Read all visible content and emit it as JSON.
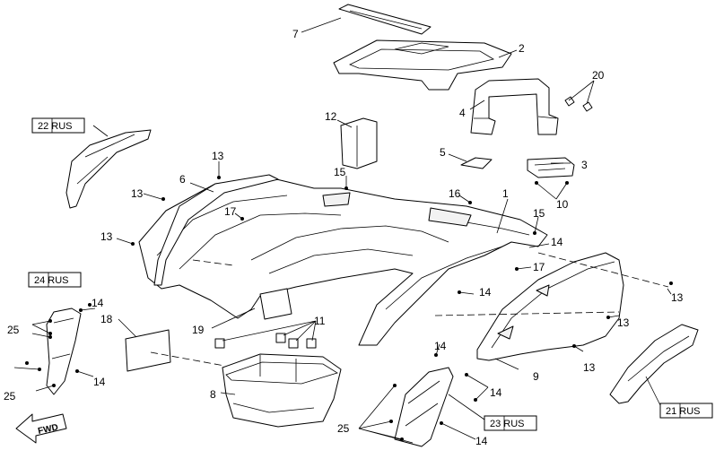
{
  "callouts": {
    "n1": "1",
    "n2": "2",
    "n3": "3",
    "n4": "4",
    "n5": "5",
    "n6": "6",
    "n7": "7",
    "n8": "8",
    "n9": "9",
    "n10": "10",
    "n11": "11",
    "n12": "12",
    "n13": "13",
    "n14": "14",
    "n15": "15",
    "n16": "16",
    "n17": "17",
    "n18": "18",
    "n19": "19",
    "n20": "20",
    "n25": "25"
  },
  "boxes": {
    "b21": "21 RUS",
    "b22": "22 RUS",
    "b23": "23 RUS",
    "b24": "24 RUS"
  },
  "arrow": {
    "label": "FWD"
  }
}
